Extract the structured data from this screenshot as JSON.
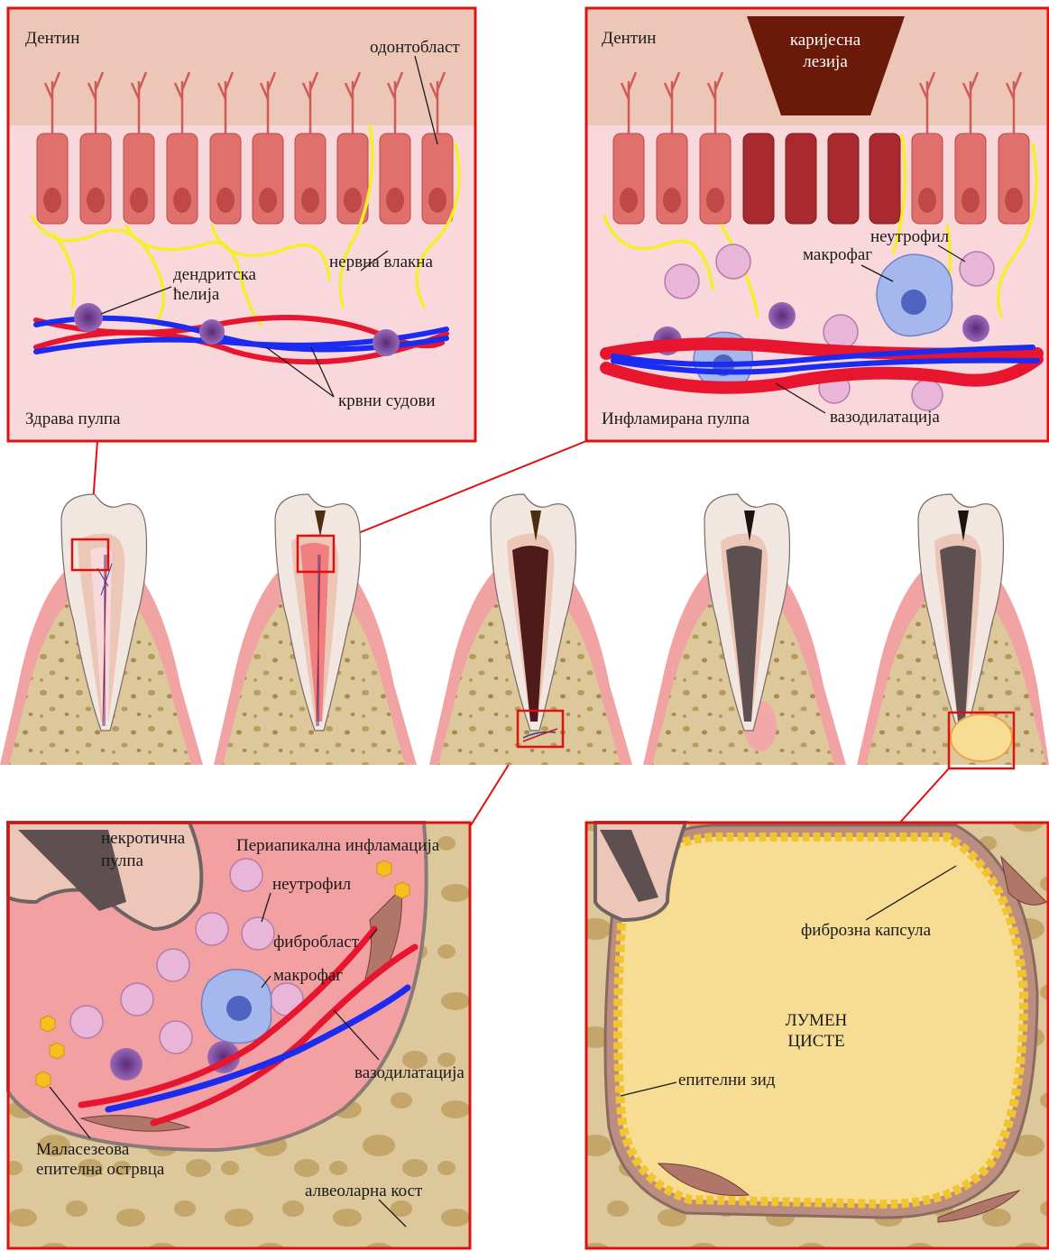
{
  "panels": {
    "healthy": {
      "dentin": "Дентин",
      "odontoblast": "одонтобласт",
      "nerve_fibers": "нервна влакна",
      "dendritic_cell": [
        "дендритска",
        "ћелија"
      ],
      "blood_vessels": "крвни судови",
      "title": "Здрава пулпа"
    },
    "inflamed": {
      "dentin": "Дентин",
      "caries": [
        "каријесна",
        "лезија"
      ],
      "neutrophil": "неутрофил",
      "macrophage": "макрофаг",
      "title": "Инфламирана пулпа",
      "vasodilation": "вазодилатација"
    },
    "periapical": {
      "necrotic_pulp": [
        "некротична",
        "пулпа"
      ],
      "title": "Периапикална инфламација",
      "neutrophil": "неутрофил",
      "fibroblast": "фибробласт",
      "macrophage": "макрофаг",
      "vasodilation": "вазодилатација",
      "malassez": [
        "Маласезеова",
        "епителна острвца"
      ],
      "alveolar_bone": "алвеоларна кост"
    },
    "cyst": {
      "fibrous_capsule": "фиброзна капсула",
      "lumen": [
        "ЛУМЕН",
        "ЦИСТЕ"
      ],
      "epithelial_wall": "епителни зид"
    }
  },
  "colors": {
    "frame": "#e01010",
    "dentin": "#ecc7b8",
    "pulp": "#f9d8dc",
    "odontoblast": "#e0706c",
    "nerve": "#f5ef2a",
    "artery": "#e8152f",
    "vein": "#1c2bf0",
    "caries": "#6b1a0a",
    "bone": "#d9c497",
    "cyst_lumen": "#f7dc93"
  }
}
